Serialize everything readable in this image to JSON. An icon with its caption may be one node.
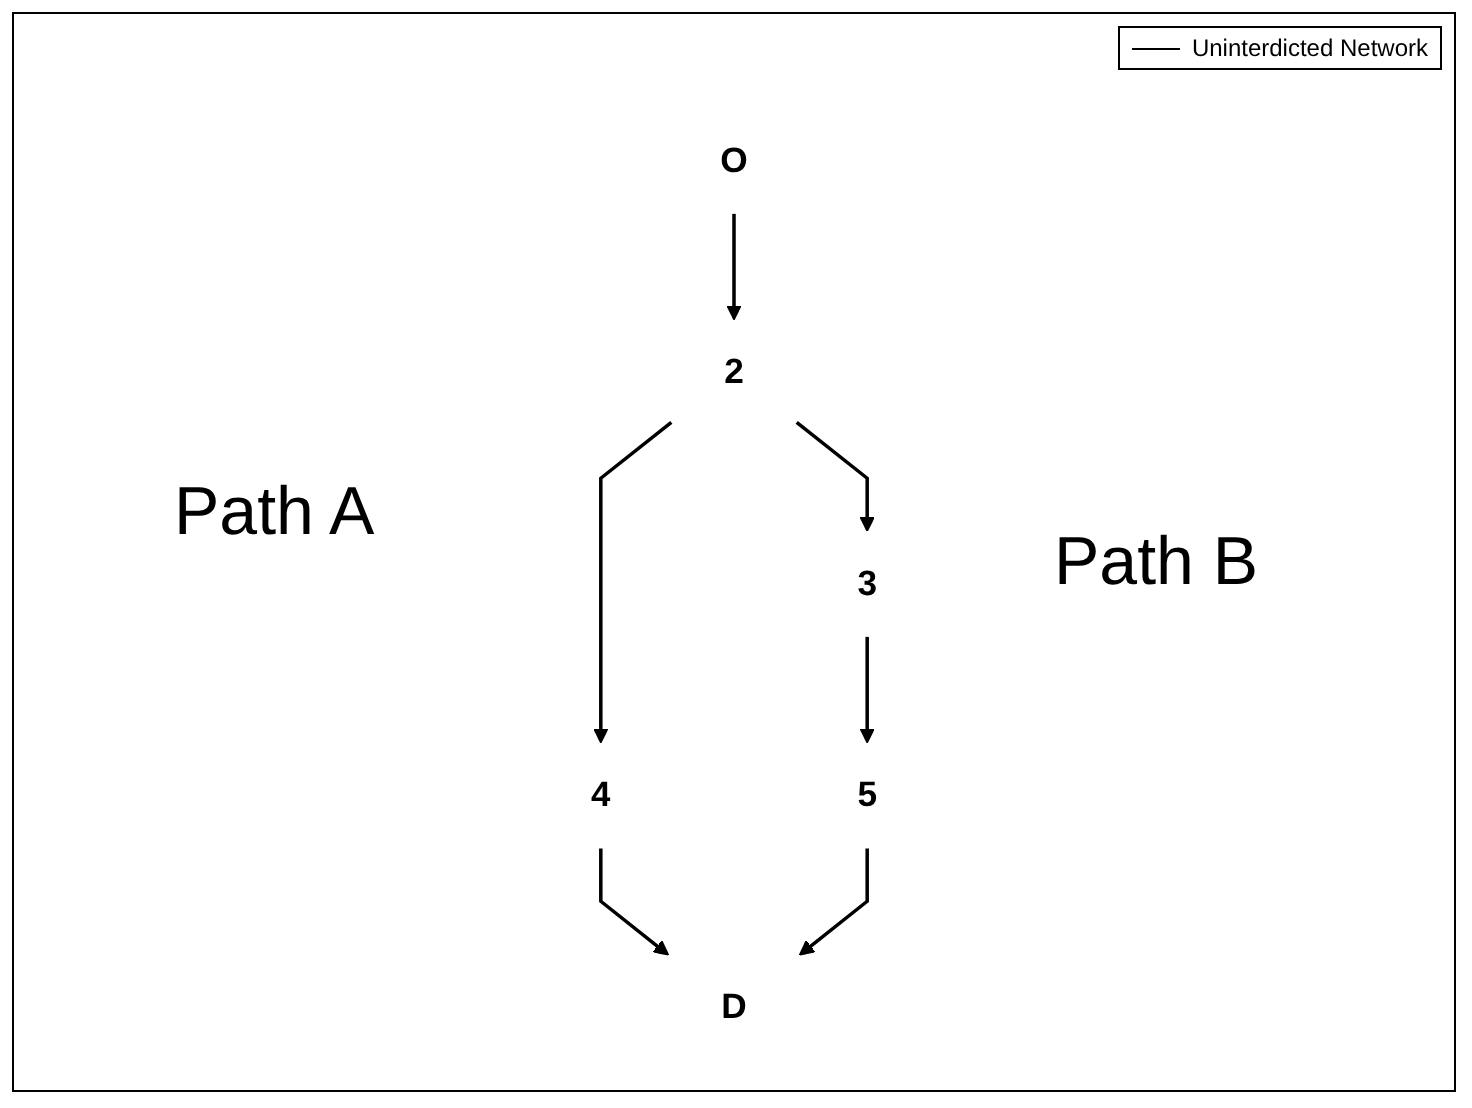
{
  "diagram": {
    "nodes": [
      {
        "text": [
          "O"
        ]
      },
      {
        "text": [
          "2"
        ]
      },
      {
        "text": [
          "3"
        ]
      },
      {
        "text": [
          "4"
        ]
      },
      {
        "text": [
          "5"
        ]
      },
      {
        "text": [
          "D"
        ]
      }
    ],
    "edges": [
      {
        "from": 0,
        "to": 1,
        "arrow": "to"
      },
      {
        "from": 1,
        "to": 2,
        "arrow": "to"
      },
      {
        "from": 1,
        "to": 3,
        "arrow": "to"
      },
      {
        "from": 2,
        "to": 4,
        "arrow": "to"
      },
      {
        "from": 3,
        "to": 5,
        "arrow": "to"
      },
      {
        "from": 4,
        "to": 5,
        "arrow": "to"
      }
    ],
    "labels": [
      "Path A",
      "Path B"
    ],
    "legend": [
      {
        "text": "Uninterdicted Network"
      }
    ]
  }
}
